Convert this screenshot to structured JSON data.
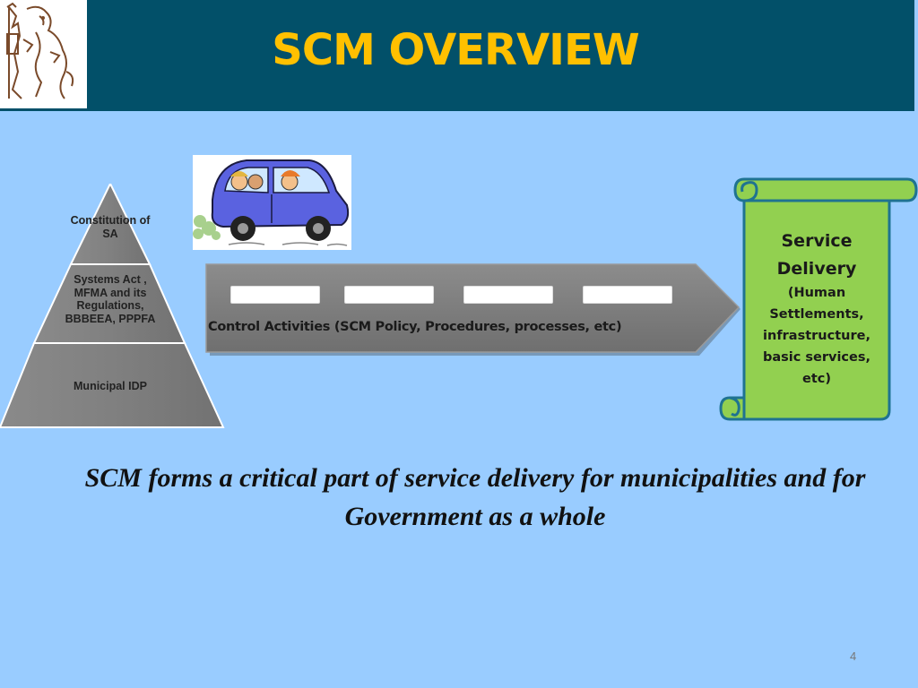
{
  "header": {
    "title": "SCM OVERVIEW",
    "background": "#025069",
    "title_color": "#ffc000",
    "logo_icon": "heraldic-lion-crest-icon"
  },
  "pyramid": {
    "tiers": [
      "Constitution of  SA",
      "Systems Act , MFMA and its Regulations, BBBEEA, PPPFA",
      "Municipal  IDP"
    ],
    "fill": "#808080"
  },
  "illustration": {
    "icon": "blue-car-passengers-icon"
  },
  "arrow": {
    "label": "Control Activities (SCM Policy, Procedures, processes, etc)",
    "fill": "#7f7f7f",
    "gate_count": 4
  },
  "scroll": {
    "title": "Service Delivery",
    "subtitle": "(Human Settlements, infrastructure, basic services, etc)",
    "fill": "#92d050",
    "border": "#1f7391"
  },
  "statement": "SCM forms a critical part of service delivery for municipalities and for Government as a whole",
  "page_number": "4"
}
